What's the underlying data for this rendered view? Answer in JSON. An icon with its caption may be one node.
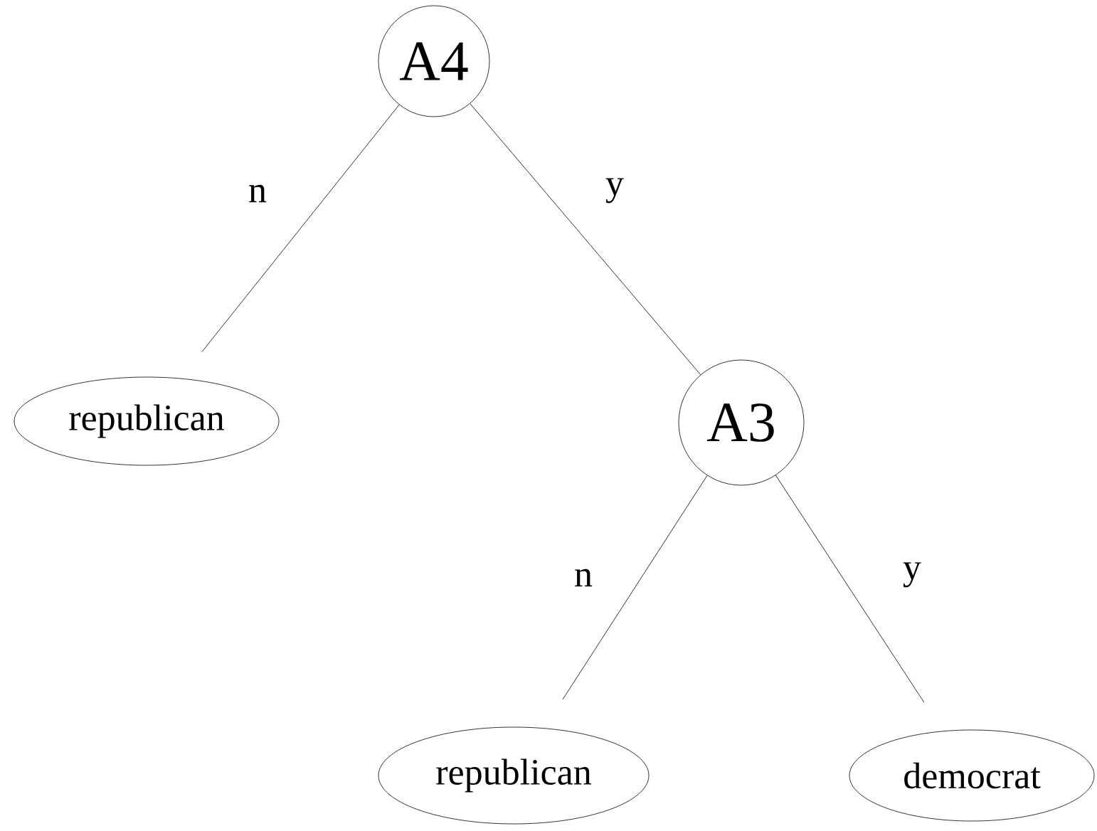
{
  "diagram": {
    "nodes": [
      {
        "text": [
          "A4"
        ]
      },
      {
        "text": [
          "republican"
        ]
      },
      {
        "text": [
          "A3"
        ]
      },
      {
        "text": [
          "republican"
        ]
      },
      {
        "text": [
          "democrat"
        ]
      }
    ],
    "edges": [
      {
        "from": 0,
        "to": 1,
        "arrow": "none",
        "label": "n"
      },
      {
        "from": 0,
        "to": 2,
        "arrow": "none",
        "label": "y"
      },
      {
        "from": 2,
        "to": 3,
        "arrow": "none",
        "label": "n"
      },
      {
        "from": 2,
        "to": 4,
        "arrow": "none",
        "label": "y"
      }
    ]
  }
}
